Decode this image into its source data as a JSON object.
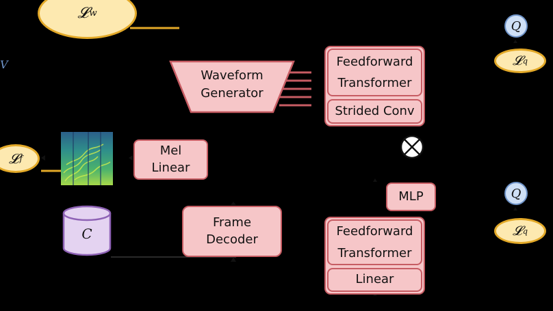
{
  "losses": {
    "lw": {
      "symbol": "𝓛",
      "sub": "w"
    },
    "lf": {
      "symbol": "𝓛",
      "sub": "f"
    },
    "lq_top": {
      "symbol": "𝓛",
      "sub": "q"
    },
    "lq_bottom": {
      "symbol": "𝓛",
      "sub": "q"
    }
  },
  "quantizers": {
    "top": "Q",
    "bottom": "Q"
  },
  "blocks": {
    "waveform_generator": [
      "Waveform",
      "Generator"
    ],
    "mel_linear": [
      "Mel",
      "Linear"
    ],
    "frame_decoder": [
      "Frame",
      "Decoder"
    ],
    "mlp": "MLP",
    "top_stack": {
      "line1": "Feedforward",
      "line2": "Transformer",
      "bottom": "Strided Conv"
    },
    "bottom_stack": {
      "line1": "Feedforward",
      "line2": "Transformer",
      "bottom": "Linear"
    }
  },
  "codebook": {
    "symbol": "C"
  },
  "operator": "⊗",
  "colors": {
    "block_fill": "#f6c6c8",
    "block_border": "#c75c63",
    "loss_fill": "#fde9b0",
    "loss_border": "#e3a928",
    "quant_fill": "#cfe0f6",
    "quant_border": "#6e93c8",
    "cylinder_fill": "#e4d3f1",
    "cylinder_border": "#8e62b5",
    "background": "#000000"
  }
}
